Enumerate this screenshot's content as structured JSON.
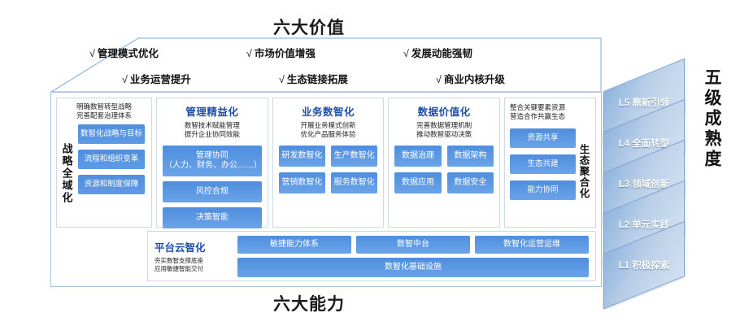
{
  "top": {
    "title": "六大价值",
    "values_row1": [
      "管理模式优化",
      "市场价值增强",
      "发展动能强韧"
    ],
    "values_row2": [
      "业务运营提升",
      "生态链接拓展",
      "商业内核升级"
    ],
    "tick": "√"
  },
  "bottom": {
    "title": "六大能力"
  },
  "strategy": {
    "head_line1": "明确数智转型战略",
    "head_line2": "完善配套治理体系",
    "vertical_label": "战略全域化",
    "chips": [
      "数智化战略与目标",
      "流程和组织变革",
      "资源和制度保障"
    ]
  },
  "columns": [
    {
      "title": "管理精益化",
      "sub_line1": "数智技术赋能管理",
      "sub_line2": "提升企业协同效能",
      "layout": "stack",
      "chips": [
        "管理协同\n（人力、财务、办公……）",
        "风控合规",
        "决策智能"
      ]
    },
    {
      "title": "业务数智化",
      "sub_line1": "开展业务模式创新",
      "sub_line2": "优化产品服务体验",
      "layout": "grid",
      "chips": [
        "研发数智化",
        "生产数智化",
        "营销数智化",
        "服务数智化"
      ]
    },
    {
      "title": "数据价值化",
      "sub_line1": "完善数据管理机制",
      "sub_line2": "推动数智驱动决策",
      "layout": "grid",
      "chips": [
        "数据治理",
        "数据架构",
        "数据应用",
        "数据安全"
      ]
    }
  ],
  "eco": {
    "head_line1": "整合关键要素资源",
    "head_line2": "营造合作共赢生态",
    "vertical_label": "生态聚合化",
    "chips": [
      "资源共享",
      "生态共建",
      "能力协同"
    ]
  },
  "platform": {
    "title": "平台云智化",
    "sub_line1": "夯实数智支撑底座",
    "sub_line2": "应用敏捷智能交付",
    "top_chips": [
      "敏捷能力体系",
      "数智中台",
      "数智化运营运维"
    ],
    "full_chip": "数智化基础设施"
  },
  "maturity": {
    "label": "五级成熟度",
    "levels": [
      {
        "code": "L5",
        "name": "鼎新引领"
      },
      {
        "code": "L4",
        "name": "全面转型"
      },
      {
        "code": "L3",
        "name": "领域创新"
      },
      {
        "code": "L2",
        "name": "单元实践"
      },
      {
        "code": "L1",
        "name": "积极探索"
      }
    ]
  },
  "colors": {
    "chip_blue": "#4f8ede",
    "title_blue": "#1f4fa8",
    "border_blue": "#a9c3e6",
    "ladder_blue": "#8fb4dd"
  }
}
